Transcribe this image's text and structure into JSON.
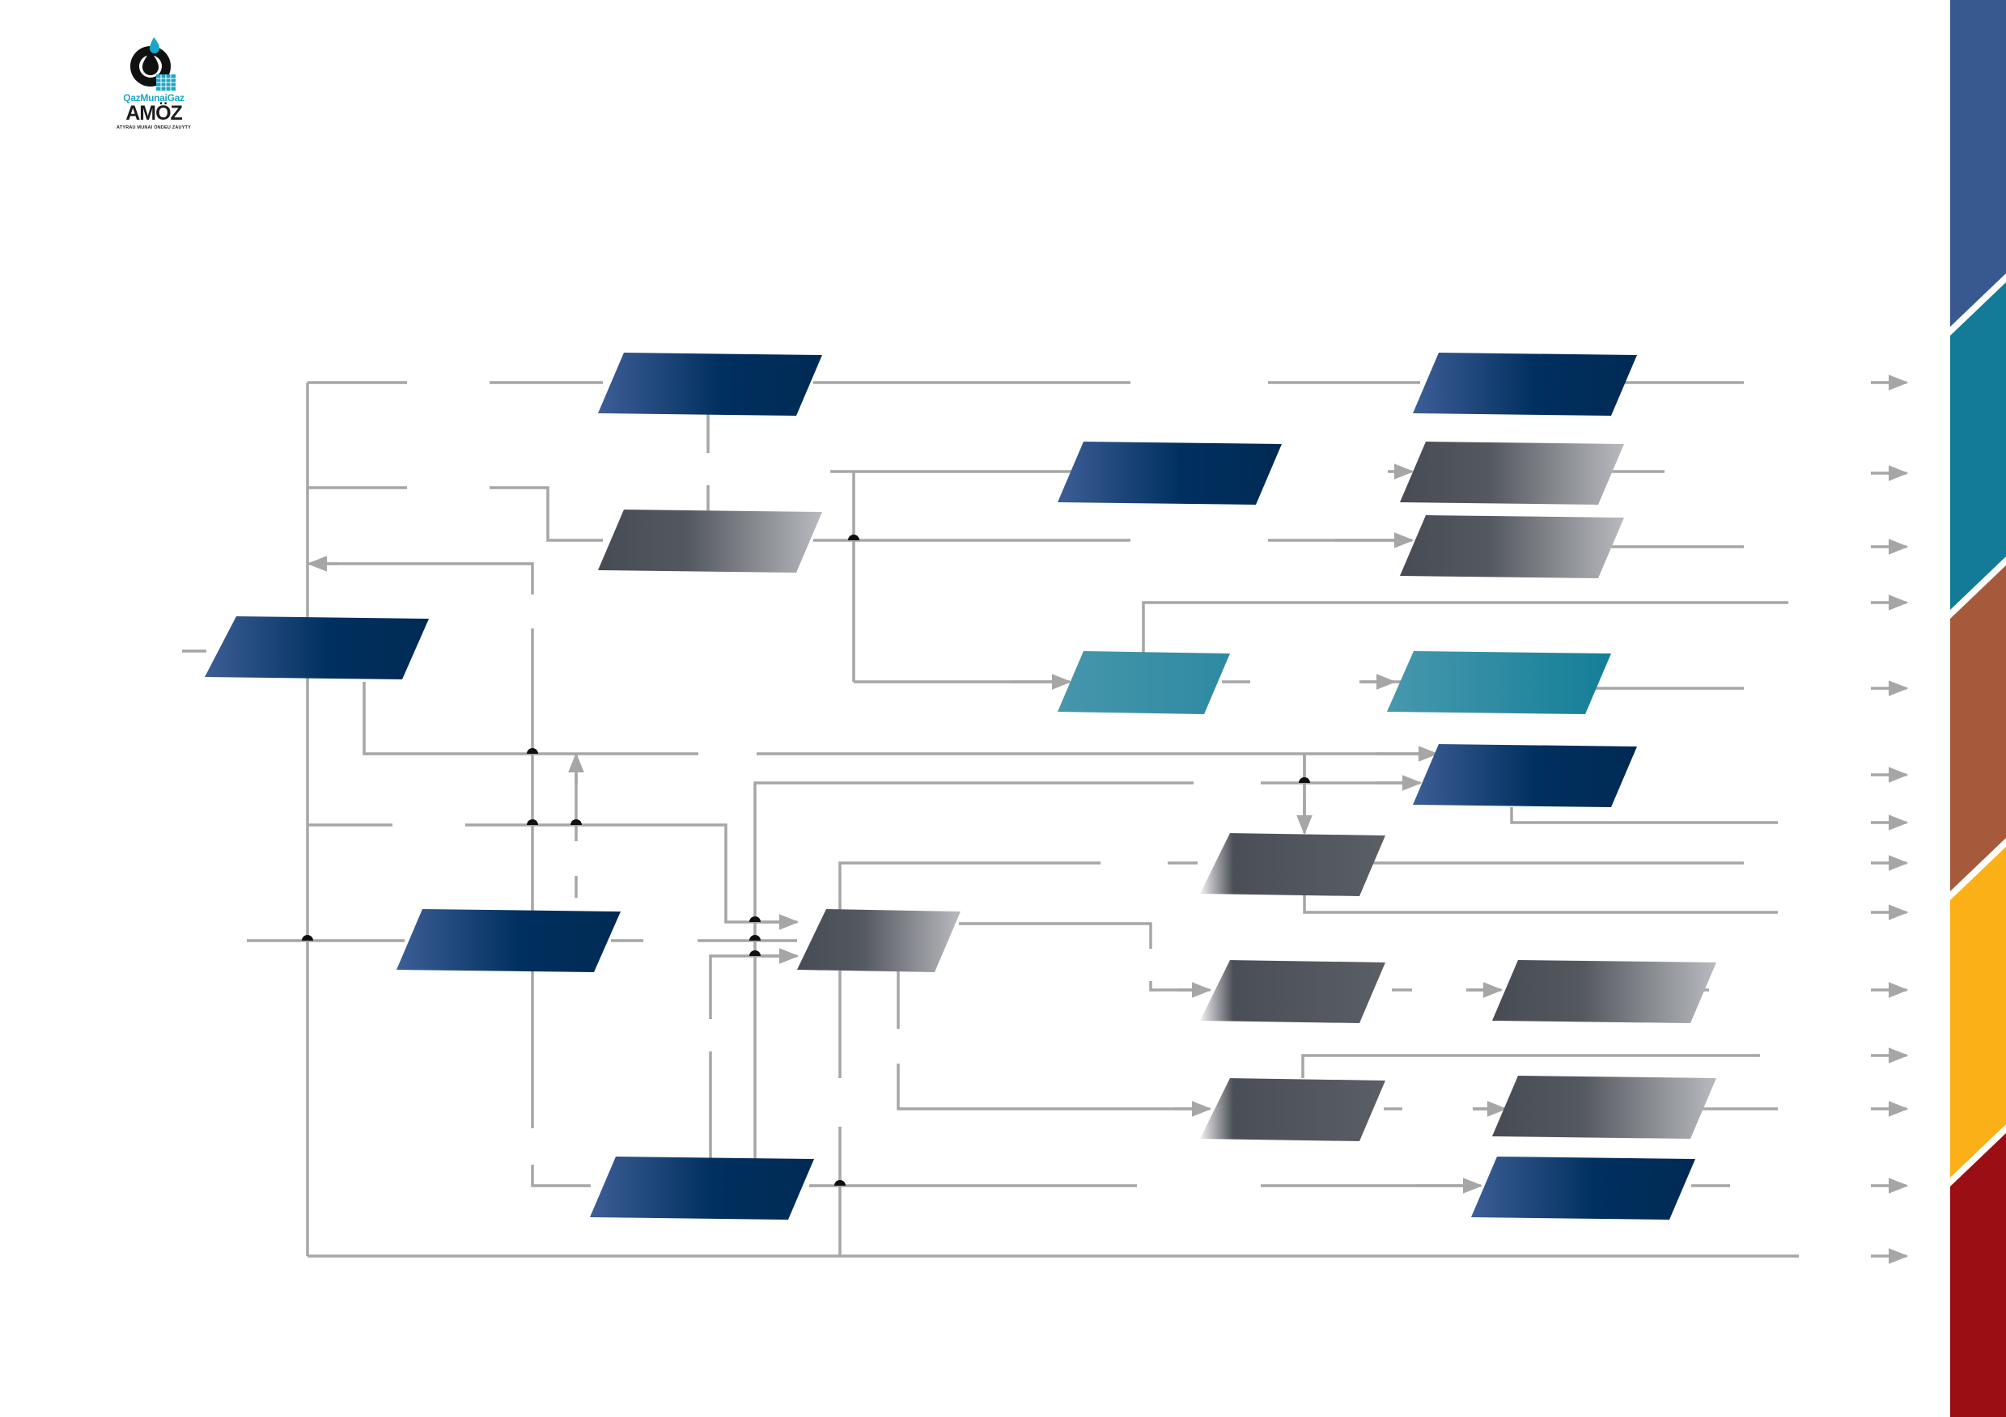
{
  "logo": {
    "brand_top": "QazMunaiGaz",
    "brand_main": "AMÖZ",
    "brand_sub": "ATYRAU MUNAI ÓNDEU ZAUYTY",
    "icon": "oil-drop-emblem-icon"
  },
  "colors": {
    "background": "#ffffff",
    "connector": "#a6a6a6",
    "node_blue_light": "#3d5e96",
    "node_blue_dark": "#002d5a",
    "node_gray_dark": "#4a4e56",
    "node_gray_light": "#b5b7bb",
    "node_teal_light": "#4596ac",
    "node_teal_dark": "#147e98",
    "band": [
      "#385890",
      "#137a97",
      "#a55a3c",
      "#fbb017",
      "#9b0e14"
    ]
  }
}
